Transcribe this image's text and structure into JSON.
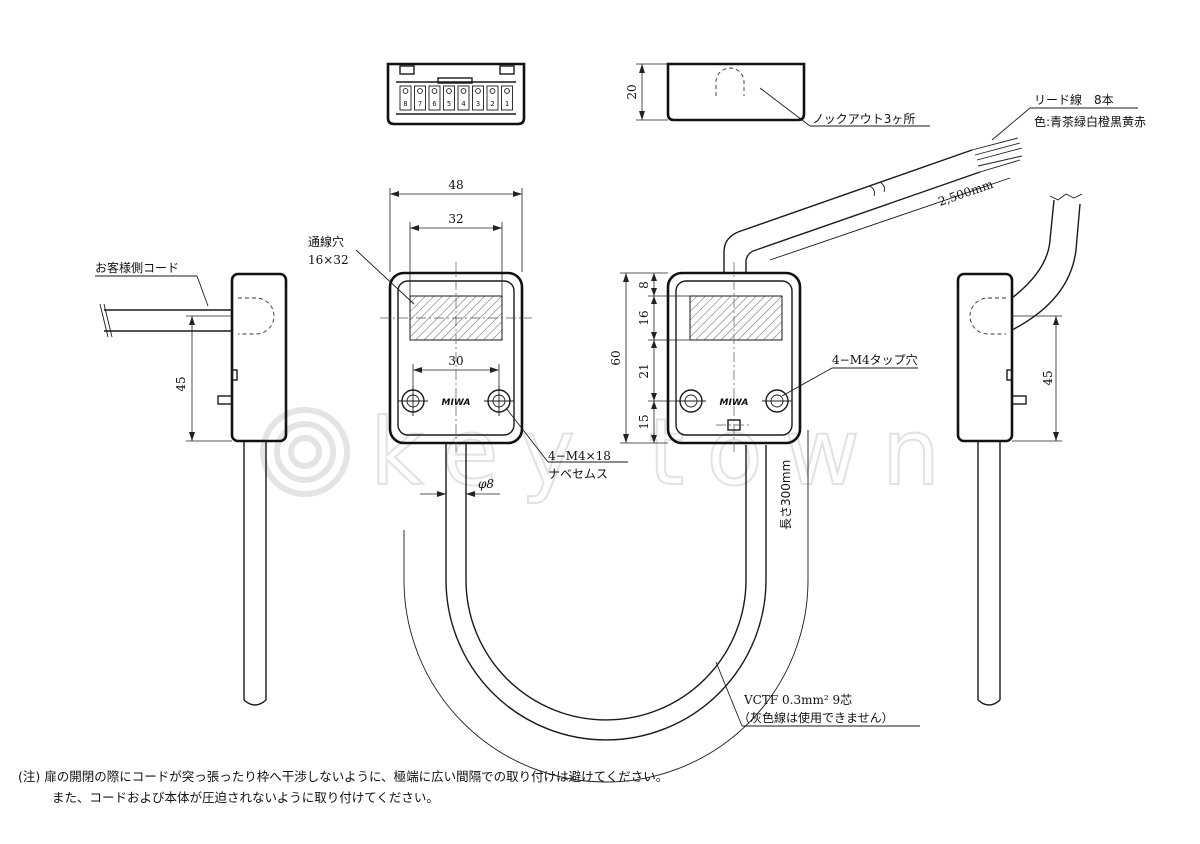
{
  "labels": {
    "customer_cord": "お客様側コード",
    "wire_hole": "通線穴",
    "wire_hole_size": "16×32",
    "screw_line1": "4−M4×18",
    "screw_line2": "ナベセムス",
    "tap_hole": "4−M4タップ穴",
    "knockout": "ノックアウト3ヶ所",
    "lead_line1": "リード線　8本",
    "lead_line2": "色:青茶緑白橙黒黄赤",
    "lead_length": "2,500mm",
    "cable_length": "長さ300mm",
    "cable_spec1": "VCTF 0.3mm²  9芯",
    "cable_spec2": "（灰色線は使用できません）",
    "logo": "MIWA"
  },
  "dimensions": {
    "width_48": "48",
    "width_32": "32",
    "width_30": "30",
    "side_45_left": "45",
    "side_45_right": "45",
    "height_20": "20",
    "height_60": "60",
    "seg_8": "8",
    "seg_16": "16",
    "seg_21": "21",
    "seg_15": "15",
    "dia_8": "φ8"
  },
  "connector_pins": [
    "8",
    "7",
    "6",
    "5",
    "4",
    "3",
    "2",
    "1"
  ],
  "notes": {
    "line1": "(注) 扉の開閉の際にコードが突っ張ったり枠へ干渉しないように、極端に広い間隔での取り付けは避けてください。",
    "line2": "また、コードおよび本体が圧迫されないように取り付けてください。"
  },
  "watermark": "key town"
}
